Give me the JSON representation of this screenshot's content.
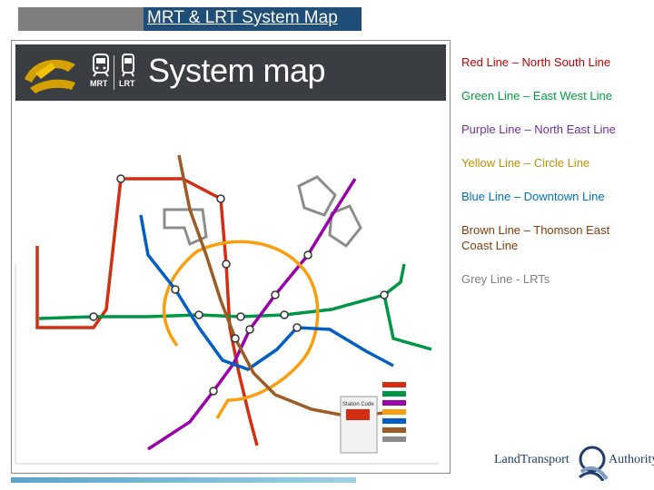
{
  "slide": {
    "title": "MRT & LRT System Map"
  },
  "map": {
    "header": {
      "title": "System map",
      "mrt_label": "MRT",
      "lrt_label": "LRT"
    },
    "station_code_label": "Station Code"
  },
  "legend": {
    "items": [
      {
        "label": "Red Line – North South Line",
        "color": "#c00000"
      },
      {
        "label": "Green Line – East West Line",
        "color": "#00a040"
      },
      {
        "label": "Purple Line – North East Line",
        "color": "#7030a0"
      },
      {
        "label": "Yellow Line – Circle Line",
        "color": "#c09000"
      },
      {
        "label": "Blue Line – Downtown Line",
        "color": "#0070c0"
      },
      {
        "label": "Brown Line – Thomson East Coast Line",
        "color": "#843c0c"
      },
      {
        "label": "Grey Line - LRTs",
        "color": "#7f7f7f"
      }
    ]
  },
  "logo": {
    "text_left": "LandTransport",
    "text_right": "Authority"
  },
  "colors": {
    "accent_blue": "#1f4e79",
    "grey_block": "#7f7f7f",
    "map_header": "#3a3d42"
  }
}
